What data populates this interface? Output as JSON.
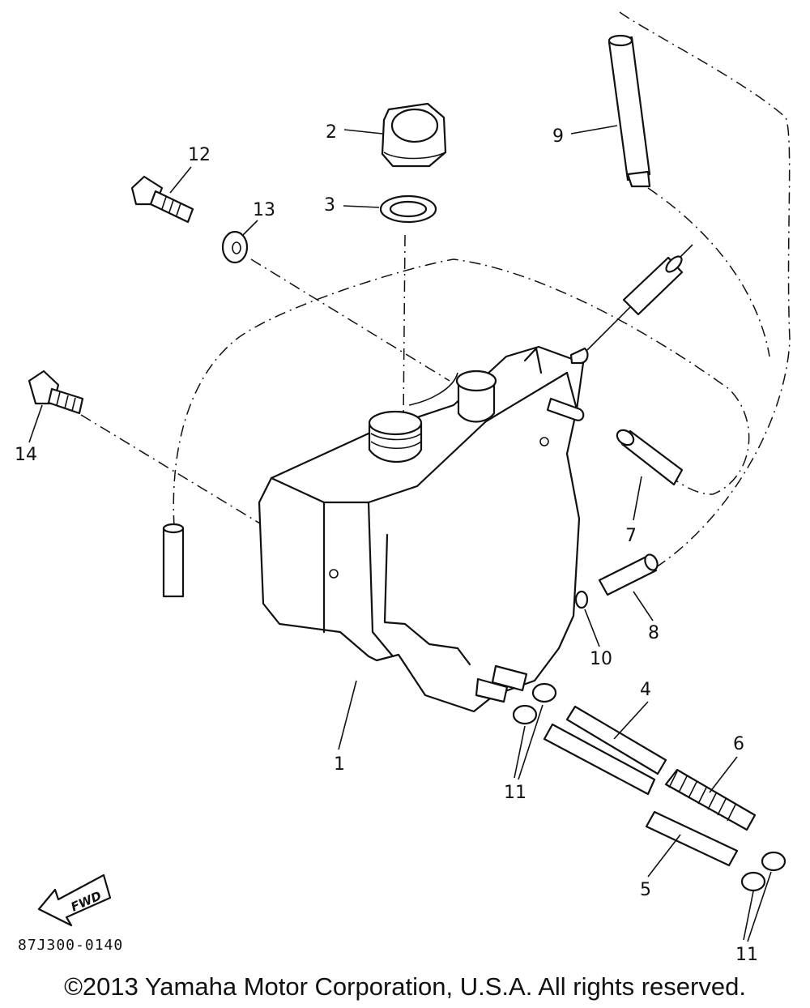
{
  "callouts": {
    "c1": "1",
    "c2": "2",
    "c3": "3",
    "c4": "4",
    "c5": "5",
    "c6": "6",
    "c7": "7",
    "c8": "8",
    "c9": "9",
    "c10": "10",
    "c11a": "11",
    "c11b": "11",
    "c12": "12",
    "c13": "13",
    "c14": "14"
  },
  "fwd_label": "FWD",
  "catalog_code": "87J300-0140",
  "copyright": "©2013 Yamaha Motor Corporation, U.S.A. All rights reserved."
}
